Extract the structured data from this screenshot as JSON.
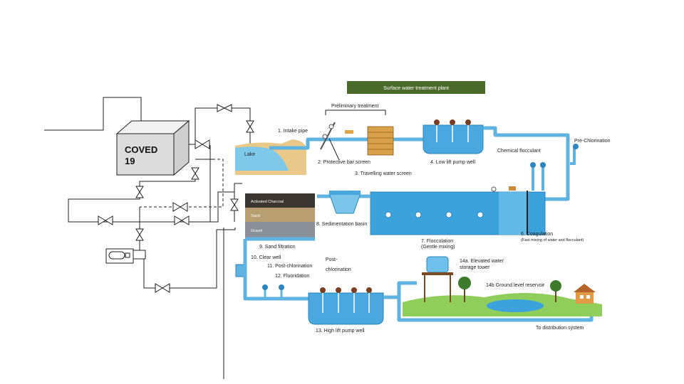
{
  "schematic": {
    "box_label_line1": "COVED",
    "box_label_line2": "19"
  },
  "plant": {
    "title": "Surface water treatment plant",
    "preliminary": "Preliminary treatment",
    "lake": "Lake",
    "step1": "1. Intake pipe",
    "step2": "2. Protective bar screen",
    "step3": "3. Travelling water screen",
    "step4": "4. Low lift pump well",
    "chemical_flocculant": "Chemical flocculant",
    "pre_chlorination": "Pre-Chlorination",
    "step6": "6. Coagulation",
    "step6_sub": "(Fast mixing of water and flocculant)",
    "step7": "7. Flocculation",
    "step7_sub": "(Gentle mixing)",
    "step8": "8. Sedimentation basin",
    "filter_layer1": "Activated Charcoal",
    "filter_layer2": "Sand",
    "filter_layer3": "Gravel",
    "step9": "9. Sand filtration",
    "step10": "10. Clear well",
    "step11": "11.  Post-chlorination",
    "step12": "12. Fluoridation",
    "post_chlorination_line1": "Post-",
    "post_chlorination_line2": "chlorination",
    "step13": "13. High lift pump well",
    "step14a_line1": "14a. Elevated water",
    "step14a_line2": "storage tower",
    "step14b": "14b Ground level reservoir",
    "distribution": "To distribution system"
  },
  "colors": {
    "water": "#5fb3e0",
    "title_bar": "#4a6a2a",
    "pipe_light": "#c9ecfb"
  }
}
